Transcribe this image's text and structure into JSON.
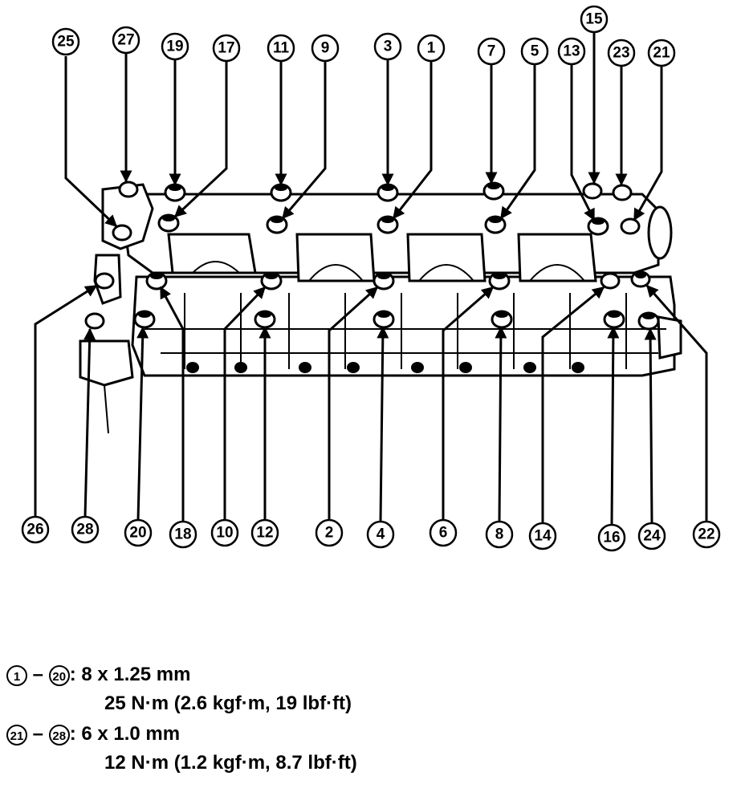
{
  "callouts_top": [
    "25",
    "27",
    "19",
    "17",
    "11",
    "9",
    "3",
    "1",
    "7",
    "5",
    "13",
    "15",
    "23",
    "21"
  ],
  "callouts_bottom": [
    "26",
    "28",
    "20",
    "18",
    "10",
    "12",
    "2",
    "4",
    "6",
    "8",
    "14",
    "16",
    "24",
    "22"
  ],
  "spec": {
    "group1": {
      "from": "1",
      "to": "20",
      "size": ": 8 x 1.25 mm",
      "torque": "25 N·m (2.6 kgf·m, 19 lbf·ft)"
    },
    "dash": "–",
    "group2": {
      "from": "21",
      "to": "28",
      "size": ": 6 x 1.0 mm",
      "torque": "12 N·m (1.2 kgf·m, 8.7 lbf·ft)"
    }
  }
}
